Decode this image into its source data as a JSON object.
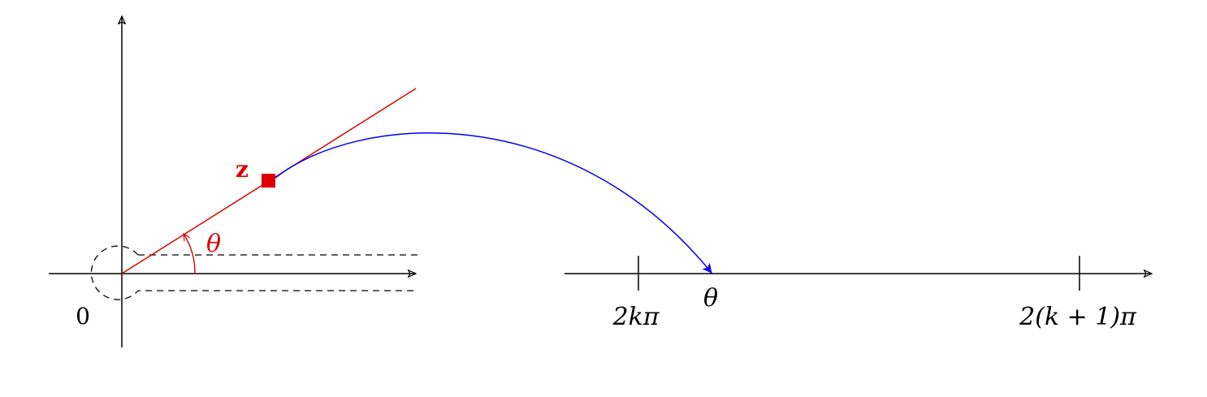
{
  "labels": {
    "origin": "0",
    "point": "z",
    "angle": "θ",
    "mapped_angle": "θ",
    "tick_left": "2kπ",
    "tick_right": "2(k + 1)π"
  },
  "colors": {
    "axis": "#000000",
    "ray": "#dd0000",
    "map_arrow": "#0000ee"
  }
}
